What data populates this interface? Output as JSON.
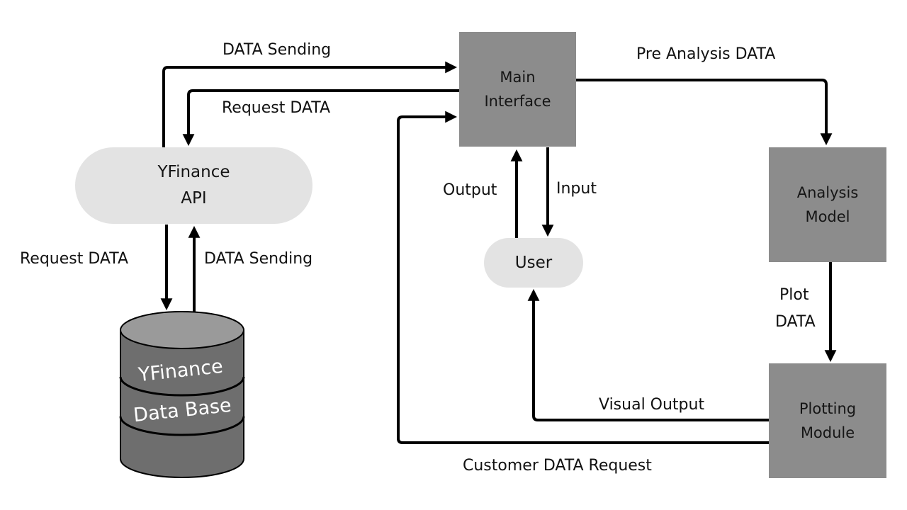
{
  "nodes": {
    "main_interface": [
      "Main",
      "Interface"
    ],
    "analysis_model": [
      "Analysis",
      "Model"
    ],
    "plotting_module": [
      "Plotting",
      "Module"
    ],
    "yfinance_api": [
      "YFinance",
      "API"
    ],
    "user": "User",
    "database": [
      "YFinance",
      "Data Base"
    ]
  },
  "edges": {
    "data_sending_top": "DATA Sending",
    "request_data_top": "Request DATA",
    "pre_analysis_data": "Pre Analysis DATA",
    "output": "Output",
    "input": "Input",
    "plot_data": [
      "Plot",
      "DATA"
    ],
    "visual_output": "Visual Output",
    "customer_data_request": "Customer DATA Request",
    "request_data_db": "Request DATA",
    "data_sending_db": "DATA Sending"
  },
  "colors": {
    "box_fill": "#8c8c8c",
    "pill_fill": "#e3e3e3",
    "db_top": "#9a9a9a",
    "db_body": "#6e6e6e",
    "line": "#000000"
  }
}
